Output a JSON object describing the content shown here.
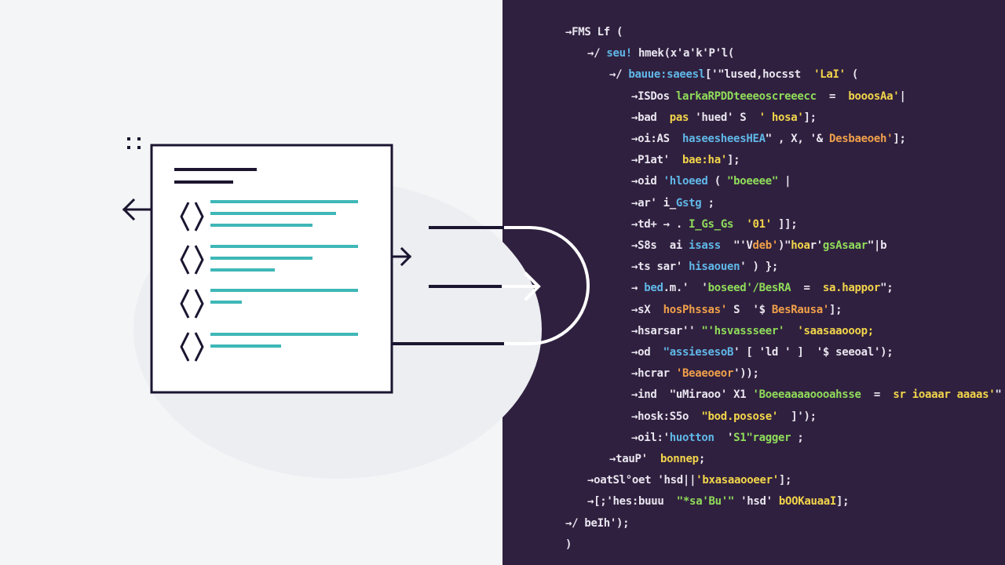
{
  "colors": {
    "left_background": "#f4f5f7",
    "right_background": "#30203f",
    "outline": "#1b1530",
    "highlight_lines": "#3fb7b7",
    "connector_stroke": "#ffffff",
    "syntax_white": "#e9e6f0",
    "syntax_blue": "#5fb8e8",
    "syntax_green": "#8fdc5a",
    "syntax_yellow": "#f2d54a",
    "syntax_orange": "#f0a04a"
  },
  "icons": {
    "left_arrow": "arrow-left-icon",
    "right_arrow": "arrow-right-icon",
    "connector_arrow": "long-arrow-right-icon",
    "angle_brackets": "code-brackets-icon",
    "dots": "drag-dots-icon"
  },
  "code": [
    {
      "indent": 0,
      "tokens": [
        {
          "t": "→FMS Lf (",
          "c": "w"
        }
      ]
    },
    {
      "indent": 1,
      "tokens": [
        {
          "t": "→/ ",
          "c": "w"
        },
        {
          "t": "seu!",
          "c": "b"
        },
        {
          "t": " hmek",
          "c": "w"
        },
        {
          "t": "(x'a'k'P'l(",
          "c": "w"
        }
      ]
    },
    {
      "indent": 2,
      "tokens": [
        {
          "t": "→/ ",
          "c": "w"
        },
        {
          "t": "bauue:saeesl",
          "c": "b"
        },
        {
          "t": "['",
          "c": "w"
        },
        {
          "t": "\"lused,hocsst",
          "c": "w"
        },
        {
          "t": "  'LaI'",
          "c": "y"
        },
        {
          "t": " (",
          "c": "w"
        }
      ]
    },
    {
      "indent": 3,
      "tokens": [
        {
          "t": "→ISDos ",
          "c": "w"
        },
        {
          "t": "larkaRPDDteeeoscreeecc",
          "c": "g"
        },
        {
          "t": "  =  ",
          "c": "w"
        },
        {
          "t": "booosAa'",
          "c": "y"
        },
        {
          "t": "|",
          "c": "w"
        }
      ]
    },
    {
      "indent": 3,
      "tokens": [
        {
          "t": "→bad  ",
          "c": "w"
        },
        {
          "t": "pas",
          "c": "y"
        },
        {
          "t": " 'hued'",
          "c": "w"
        },
        {
          "t": " S  ",
          "c": "w"
        },
        {
          "t": "' hosa'",
          "c": "y"
        },
        {
          "t": "];",
          "c": "w"
        }
      ]
    },
    {
      "indent": 3,
      "tokens": [
        {
          "t": "→oi:AS  ",
          "c": "w"
        },
        {
          "t": "haseesheesHEA",
          "c": "b"
        },
        {
          "t": "\" , X, '",
          "c": "w"
        },
        {
          "t": "&",
          "c": "w"
        },
        {
          "t": " Desbaeoeh'",
          "c": "o"
        },
        {
          "t": "];",
          "c": "w"
        }
      ]
    },
    {
      "indent": 3,
      "tokens": [
        {
          "t": "→P1at'",
          "c": "w"
        },
        {
          "t": "  ",
          "c": "w"
        },
        {
          "t": "bae:ha'",
          "c": "y"
        },
        {
          "t": "];",
          "c": "w"
        }
      ]
    },
    {
      "indent": 3,
      "tokens": [
        {
          "t": "→oid ",
          "c": "w"
        },
        {
          "t": "'hloeed",
          "c": "b"
        },
        {
          "t": " ( ",
          "c": "w"
        },
        {
          "t": "\"boeeee\"",
          "c": "g"
        },
        {
          "t": " |",
          "c": "w"
        }
      ]
    },
    {
      "indent": 3,
      "tokens": [
        {
          "t": "→ar' ",
          "c": "w"
        },
        {
          "t": "i_",
          "c": "w"
        },
        {
          "t": "Gstg",
          "c": "b"
        },
        {
          "t": " ;",
          "c": "w"
        }
      ]
    },
    {
      "indent": 3,
      "tokens": [
        {
          "t": "→td+ ",
          "c": "w"
        },
        {
          "t": "→ . ",
          "c": "w"
        },
        {
          "t": "I_Gs_Gs",
          "c": "g"
        },
        {
          "t": "  ",
          "c": "w"
        },
        {
          "t": "'01'",
          "c": "y"
        },
        {
          "t": " ]];",
          "c": "w"
        }
      ]
    },
    {
      "indent": 3,
      "tokens": [
        {
          "t": "→S8s  ",
          "c": "w"
        },
        {
          "t": "ai",
          "c": "w"
        },
        {
          "t": " isass",
          "c": "b"
        },
        {
          "t": "  \"'V",
          "c": "w"
        },
        {
          "t": "deb'",
          "c": "o"
        },
        {
          "t": ")\"",
          "c": "w"
        },
        {
          "t": "hoa",
          "c": "y"
        },
        {
          "t": "r'",
          "c": "w"
        },
        {
          "t": "gsAsaar",
          "c": "g"
        },
        {
          "t": "\"|b",
          "c": "w"
        }
      ]
    },
    {
      "indent": 3,
      "tokens": [
        {
          "t": "→ts sar' ",
          "c": "w"
        },
        {
          "t": "hisaouen",
          "c": "b"
        },
        {
          "t": "' ) };",
          "c": "w"
        }
      ]
    },
    {
      "indent": 3,
      "tokens": [
        {
          "t": "→ ",
          "c": "w"
        },
        {
          "t": "bed",
          "c": "b"
        },
        {
          "t": ".m.'",
          "c": "w"
        },
        {
          "t": "  '",
          "c": "w"
        },
        {
          "t": "boseed'/BesRA",
          "c": "g"
        },
        {
          "t": "  =  ",
          "c": "w"
        },
        {
          "t": "sa.happor",
          "c": "y"
        },
        {
          "t": "\";",
          "c": "w"
        }
      ]
    },
    {
      "indent": 3,
      "tokens": [
        {
          "t": "→sX  ",
          "c": "w"
        },
        {
          "t": "hosPhssas'",
          "c": "o"
        },
        {
          "t": " S  ",
          "c": "w"
        },
        {
          "t": "'$ ",
          "c": "w"
        },
        {
          "t": "BesRausa'",
          "c": "o"
        },
        {
          "t": "];",
          "c": "w"
        }
      ]
    },
    {
      "indent": 3,
      "tokens": [
        {
          "t": "→hsarsar'' ",
          "c": "w"
        },
        {
          "t": "\"'hsvassseer'",
          "c": "g"
        },
        {
          "t": "  ",
          "c": "w"
        },
        {
          "t": "'saasaaooop;",
          "c": "y"
        }
      ]
    },
    {
      "indent": 3,
      "tokens": [
        {
          "t": "→od  ",
          "c": "w"
        },
        {
          "t": "\"assiesesoB",
          "c": "b"
        },
        {
          "t": "' [ 'ld ' ]  ",
          "c": "w"
        },
        {
          "t": "'$ seeoal",
          "c": "w"
        },
        {
          "t": "');",
          "c": "w"
        }
      ]
    },
    {
      "indent": 3,
      "tokens": [
        {
          "t": "→hcrar",
          "c": "w"
        },
        {
          "t": " 'Beaeoeor",
          "c": "o"
        },
        {
          "t": "'));",
          "c": "w"
        }
      ]
    },
    {
      "indent": 3,
      "tokens": [
        {
          "t": "→ind ",
          "c": "w"
        },
        {
          "t": " \"uMiraoo'",
          "c": "w"
        },
        {
          "t": " X1 ",
          "c": "w"
        },
        {
          "t": "'Boeeaaaaoooahsse",
          "c": "g"
        },
        {
          "t": "  =  ",
          "c": "w"
        },
        {
          "t": "sr ioaaar aaaas'",
          "c": "y"
        },
        {
          "t": "\"",
          "c": "w"
        }
      ]
    },
    {
      "indent": 3,
      "tokens": [
        {
          "t": "→hosk:S5o ",
          "c": "w"
        },
        {
          "t": " \"bod.posose'",
          "c": "y"
        },
        {
          "t": "  ]');",
          "c": "w"
        }
      ]
    },
    {
      "indent": 3,
      "tokens": [
        {
          "t": "→oil:'",
          "c": "w"
        },
        {
          "t": "huotton",
          "c": "b"
        },
        {
          "t": "  '",
          "c": "w"
        },
        {
          "t": "S1\"ragger",
          "c": "g"
        },
        {
          "t": " ;",
          "c": "w"
        }
      ]
    },
    {
      "indent": 2,
      "tokens": [
        {
          "t": "→tauP'",
          "c": "w"
        },
        {
          "t": "  bonnep",
          "c": "y"
        },
        {
          "t": ";",
          "c": "w"
        }
      ]
    },
    {
      "indent": 1,
      "tokens": [
        {
          "t": "→oatSl°oet ",
          "c": "w"
        },
        {
          "t": "'hsd||",
          "c": "w"
        },
        {
          "t": "'bxasaaooeer'",
          "c": "y"
        },
        {
          "t": "];",
          "c": "w"
        }
      ]
    },
    {
      "indent": 1,
      "tokens": [
        {
          "t": "→[;'hes:buuu",
          "c": "w"
        },
        {
          "t": "  \"*sa'Bu'\"",
          "c": "g"
        },
        {
          "t": " 'hsd' ",
          "c": "w"
        },
        {
          "t": "bOOKauaaI",
          "c": "y"
        },
        {
          "t": "];",
          "c": "w"
        }
      ]
    },
    {
      "indent": 0,
      "tokens": [
        {
          "t": "→/ ",
          "c": "w"
        },
        {
          "t": "beIh'",
          "c": "w"
        },
        {
          "t": ");",
          "c": "w"
        }
      ]
    },
    {
      "indent": 0,
      "tokens": [
        {
          "t": ")",
          "c": "w"
        }
      ]
    }
  ]
}
